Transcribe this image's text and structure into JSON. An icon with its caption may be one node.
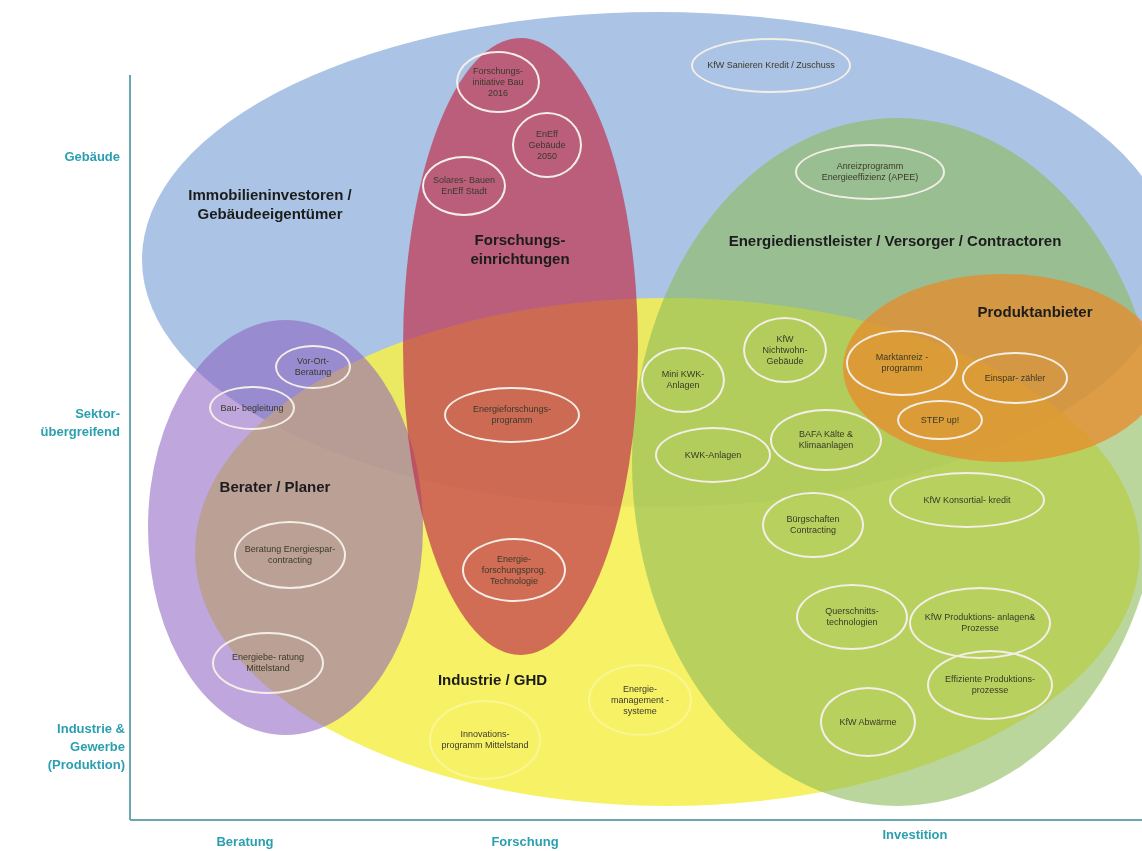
{
  "diagram": {
    "nodes": [
      {
        "text": [
          "Immobilieninvestoren / Gebäudeeigentümer"
        ]
      },
      {
        "text": [
          "Forschungs- einrichtungen"
        ]
      },
      {
        "text": [
          "Energiedienstleister / Versorger / Contractoren"
        ]
      },
      {
        "text": [
          "Produktanbieter"
        ]
      },
      {
        "text": [
          "Berater / Planer"
        ]
      },
      {
        "text": [
          "Industrie / GHD"
        ]
      },
      {
        "text": [
          "Forschungs- initiative Bau 2016"
        ]
      },
      {
        "text": [
          "EnEff Gebäude 2050"
        ]
      },
      {
        "text": [
          "Solares- Bauen EnEff Stadt"
        ]
      },
      {
        "text": [
          "KfW Sanieren Kredit / Zuschuss"
        ],
        "in": 0
      },
      {
        "text": [
          "Anreizprogramm Energieeffizienz (APEE)"
        ]
      },
      {
        "text": [
          "Vor-Ort- Beratung"
        ]
      },
      {
        "text": [
          "Bau- begleitung"
        ]
      },
      {
        "text": [
          "Energieforschungs- programm"
        ]
      },
      {
        "text": [
          "Mini KWK- Anlagen"
        ]
      },
      {
        "text": [
          "KfW Nichtwohn- Gebäude"
        ]
      },
      {
        "text": [
          "Marktanreiz -programm"
        ],
        "in": 3
      },
      {
        "text": [
          "Einspar- zähler"
        ],
        "in": 3
      },
      {
        "text": [
          "STEP up!"
        ],
        "in": 3
      },
      {
        "text": [
          "KWK-Anlagen"
        ]
      },
      {
        "text": [
          "BAFA Kälte & Klimaanlagen"
        ]
      },
      {
        "text": [
          "KfW Konsortial- kredit"
        ]
      },
      {
        "text": [
          "Bürgschaften Contracting"
        ]
      },
      {
        "text": [
          "Beratung Energiespar- contracting"
        ],
        "in": 4
      },
      {
        "text": [
          "Energie- forschungsprog. Technologie"
        ]
      },
      {
        "text": [
          "Querschnitts- technologien"
        ]
      },
      {
        "text": [
          "KfW Produktions- anlagen& Prozesse"
        ]
      },
      {
        "text": [
          "Energiebe- ratung Mittelstand"
        ],
        "in": 4
      },
      {
        "text": [
          "Energie- management - systeme"
        ],
        "in": 5
      },
      {
        "text": [
          "Innovations- programm Mittelstand"
        ],
        "in": 5
      },
      {
        "text": [
          "KfW Abwärme"
        ]
      },
      {
        "text": [
          "Effiziente Produktions- prozesse"
        ]
      }
    ],
    "labels": [
      "Gebäude",
      "Sektor- übergreifend",
      "Industrie & Gewerbe (Produktion)",
      "Beratung",
      "Forschung",
      "Investition"
    ]
  }
}
